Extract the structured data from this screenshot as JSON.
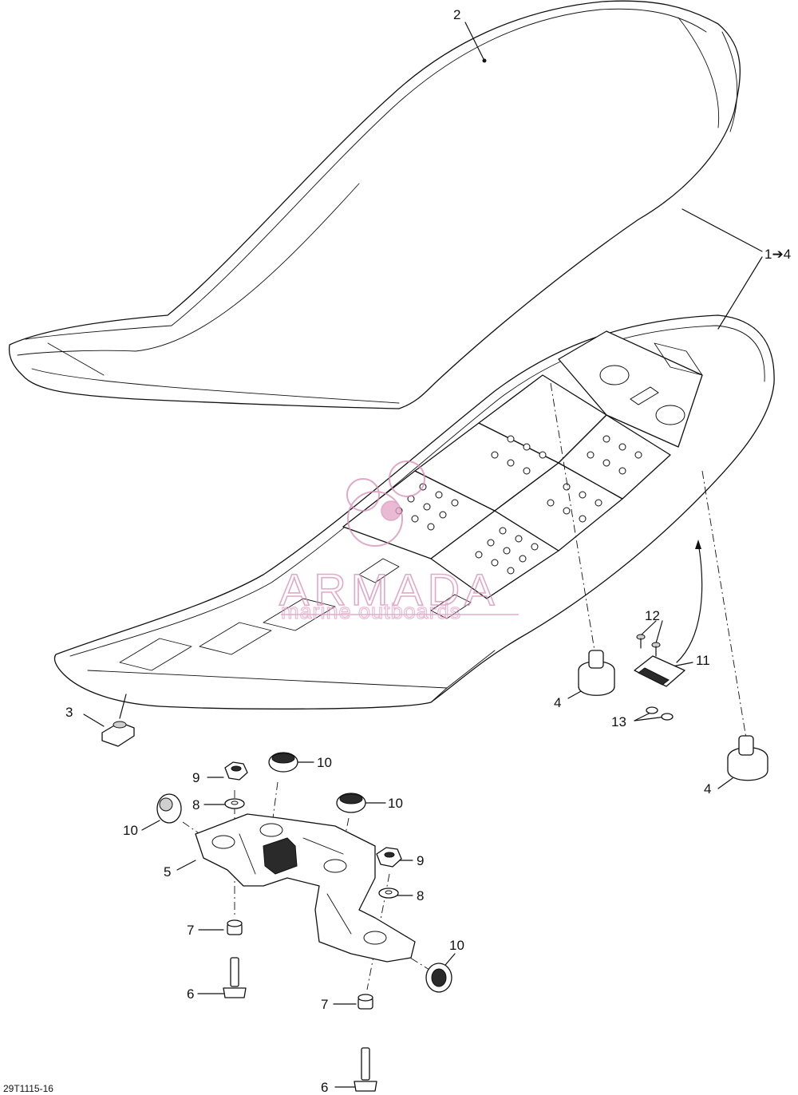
{
  "diagram": {
    "drawing_code": "29T1115-16",
    "callouts": [
      {
        "id": "c-2",
        "label": "2"
      },
      {
        "id": "c-1to4",
        "label": "1➔4"
      },
      {
        "id": "c-3",
        "label": "3"
      },
      {
        "id": "c-4a",
        "label": "4"
      },
      {
        "id": "c-4b",
        "label": "4"
      },
      {
        "id": "c-5",
        "label": "5"
      },
      {
        "id": "c-6a",
        "label": "6"
      },
      {
        "id": "c-6b",
        "label": "6"
      },
      {
        "id": "c-7a",
        "label": "7"
      },
      {
        "id": "c-7b",
        "label": "7"
      },
      {
        "id": "c-8a",
        "label": "8"
      },
      {
        "id": "c-8b",
        "label": "8"
      },
      {
        "id": "c-9a",
        "label": "9"
      },
      {
        "id": "c-9b",
        "label": "9"
      },
      {
        "id": "c-10a",
        "label": "10"
      },
      {
        "id": "c-10b",
        "label": "10"
      },
      {
        "id": "c-10c",
        "label": "10"
      },
      {
        "id": "c-10d",
        "label": "10"
      },
      {
        "id": "c-11",
        "label": "11"
      },
      {
        "id": "c-12",
        "label": "12"
      },
      {
        "id": "c-13",
        "label": "13"
      }
    ]
  },
  "watermark": {
    "brand": "ARMADA",
    "tagline": "marine outboards",
    "color": "#d98bb5"
  }
}
